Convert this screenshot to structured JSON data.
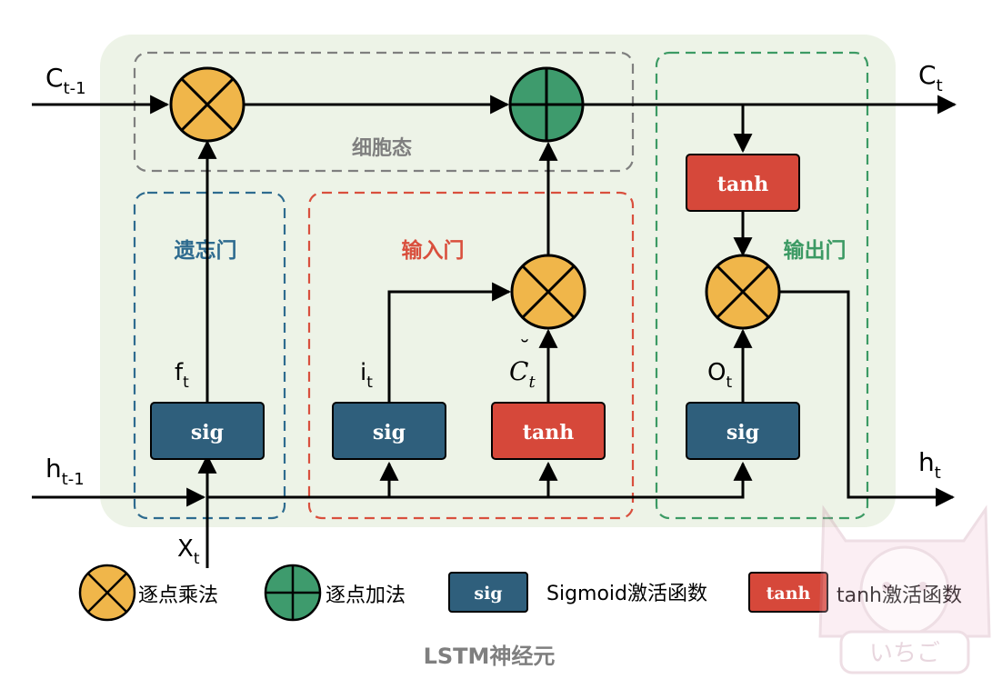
{
  "sections": {
    "cell_state": "细胞态",
    "forget_gate": "遗忘门",
    "input_gate": "输入门",
    "output_gate": "输出门"
  },
  "blocks": {
    "sig": "sig",
    "tanh": "tanh"
  },
  "signals": {
    "c_prev": {
      "base": "C",
      "sub": "t-1"
    },
    "c_out": {
      "base": "C",
      "sub": "t"
    },
    "h_prev": {
      "base": "h",
      "sub": "t-1"
    },
    "h_out": {
      "base": "h",
      "sub": "t"
    },
    "x_in": {
      "base": "X",
      "sub": "t"
    },
    "f": {
      "base": "f",
      "sub": "t"
    },
    "i": {
      "base": "i",
      "sub": "t"
    },
    "c_tilde": {
      "base": "C",
      "sub": "t",
      "accent": "˘"
    },
    "o": {
      "base": "O",
      "sub": "t"
    }
  },
  "legend": {
    "multiply": "逐点乘法",
    "add": "逐点加法",
    "sig_box": "sig",
    "sig_desc": "Sigmoid激活函数",
    "tanh_box": "tanh",
    "tanh_desc": "tanh激活函数"
  },
  "caption": "LSTM神经元",
  "watermark": "いちご",
  "colors": {
    "background_panel": "#edf3e7",
    "cell_border": "#808080",
    "forget": "#2e6b8f",
    "input": "#d94f3d",
    "output": "#3c9a64",
    "sig_fill": "#2f5f7c",
    "tanh_fill": "#d6483a",
    "multiply_fill": "#f0b64a",
    "add_fill": "#3e9b6d"
  }
}
